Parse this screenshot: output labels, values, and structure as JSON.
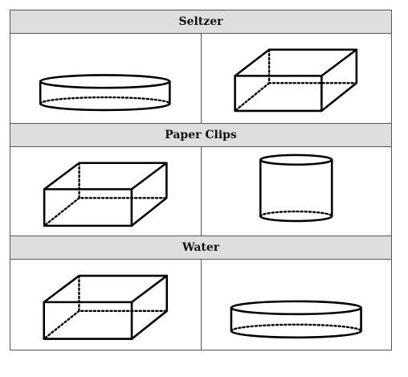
{
  "sections": [
    {
      "title": "Seltzer",
      "left_shape": "flat-cylinder-icon",
      "right_shape": "box-icon"
    },
    {
      "title": "Paper Clips",
      "left_shape": "box-icon",
      "right_shape": "tall-cylinder-icon"
    },
    {
      "title": "Water",
      "left_shape": "box-icon",
      "right_shape": "flat-cylinder-icon"
    }
  ]
}
